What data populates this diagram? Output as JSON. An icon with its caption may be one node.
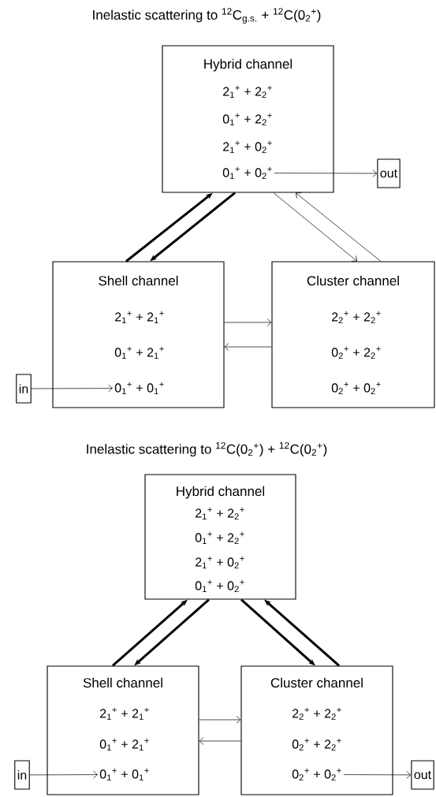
{
  "diagram": {
    "nodes": [
      {
        "text": [
          "Hybrid channel"
        ]
      },
      {
        "text": [
          "2$_{1}$$^{+}$ + 2$_{2}$$^{+}$"
        ],
        "in": 0
      },
      {
        "text": [
          "0$_{1}$$^{+}$ + 2$_{2}$$^{+}$"
        ],
        "in": 0
      },
      {
        "text": [
          "2$_{1}$$^{+}$ + 0$_{2}$$^{+}$"
        ],
        "in": 0
      },
      {
        "text": [
          "0$_{1}$$^{+}$ + 0$_{2}$$^{+}$"
        ],
        "in": 0
      },
      {
        "text": [
          "out"
        ]
      },
      {
        "text": [
          "Shell channel"
        ]
      },
      {
        "text": [
          "2$_{1}$$^{+}$ + 2$_{1}$$^{+}$"
        ],
        "in": 6
      },
      {
        "text": [
          "0$_{1}$$^{+}$ + 2$_{1}$$^{+}$"
        ],
        "in": 6
      },
      {
        "text": [
          "0$_{1}$$^{+}$ + 0$_{1}$$^{+}$"
        ],
        "in": 6
      },
      {
        "text": [
          "Cluster channel"
        ]
      },
      {
        "text": [
          "2$_{2}$$^{+}$ + 2$_{2}$$^{+}$"
        ],
        "in": 10
      },
      {
        "text": [
          "0$_{2}$$^{+}$ + 2$_{2}$$^{+}$"
        ],
        "in": 10
      },
      {
        "text": [
          "0$_{2}$$^{+}$ + 0$_{2}$$^{+}$"
        ],
        "in": 10
      },
      {
        "text": [
          "in"
        ]
      },
      {
        "text": [
          "Hybrid channel"
        ]
      },
      {
        "text": [
          "2$_{1}$$^{+}$ + 2$_{2}$$^{+}$"
        ],
        "in": 15
      },
      {
        "text": [
          "0$_{1}$$^{+}$ + 2$_{2}$$^{+}$"
        ],
        "in": 15
      },
      {
        "text": [
          "2$_{1}$$^{+}$ + 0$_{2}$$^{+}$"
        ],
        "in": 15
      },
      {
        "text": [
          "0$_{1}$$^{+}$ + 0$_{2}$$^{+}$"
        ],
        "in": 15
      },
      {
        "text": [
          "Shell channel"
        ]
      },
      {
        "text": [
          "2$_{1}$$^{+}$ + 2$_{1}$$^{+}$"
        ],
        "in": 20
      },
      {
        "text": [
          "0$_{1}$$^{+}$ + 2$_{1}$$^{+}$"
        ],
        "in": 20
      },
      {
        "text": [
          "0$_{1}$$^{+}$ + 0$_{1}$$^{+}$"
        ],
        "in": 20
      },
      {
        "text": [
          "Cluster channel"
        ]
      },
      {
        "text": [
          "2$_{2}$$^{+}$ + 2$_{2}$$^{+}$"
        ],
        "in": 24
      },
      {
        "text": [
          "0$_{2}$$^{+}$ + 2$_{2}$$^{+}$"
        ],
        "in": 24
      },
      {
        "text": [
          "0$_{2}$$^{+}$ + 0$_{2}$$^{+}$"
        ],
        "in": 24
      },
      {
        "text": [
          "in"
        ]
      },
      {
        "text": [
          "out"
        ]
      }
    ],
    "edges": [
      {
        "from": 6,
        "to": 0,
        "arrow": "to",
        "style": "thick"
      },
      {
        "from": 0,
        "to": 6,
        "arrow": "to",
        "style": "thick"
      },
      {
        "from": 0,
        "to": 10,
        "arrow": "to"
      },
      {
        "from": 10,
        "to": 0,
        "arrow": "to"
      },
      {
        "from": 6,
        "to": 10,
        "arrow": "to"
      },
      {
        "from": 10,
        "to": 6,
        "arrow": "to"
      },
      {
        "from": 14,
        "to": 9,
        "arrow": "to"
      },
      {
        "from": 4,
        "to": 5,
        "arrow": "to"
      },
      {
        "from": 20,
        "to": 15,
        "arrow": "to",
        "style": "thick"
      },
      {
        "from": 15,
        "to": 20,
        "arrow": "to",
        "style": "thick"
      },
      {
        "from": 15,
        "to": 24,
        "arrow": "to",
        "style": "thick"
      },
      {
        "from": 24,
        "to": 15,
        "arrow": "to",
        "style": "thick"
      },
      {
        "from": 20,
        "to": 24,
        "arrow": "to"
      },
      {
        "from": 24,
        "to": 20,
        "arrow": "to"
      },
      {
        "from": 28,
        "to": 23,
        "arrow": "to"
      },
      {
        "from": 27,
        "to": 29,
        "arrow": "to"
      }
    ],
    "labels": [
      "Inelastic scattering to $^{12}$C$_{g.s.}$ + $^{12}$C(0$_{2}$$^{+}$)",
      "Inelastic scattering to $^{12}$C(0$_{2}$$^{+}$) + $^{12}$C(0$_{2}$$^{+}$)"
    ]
  }
}
